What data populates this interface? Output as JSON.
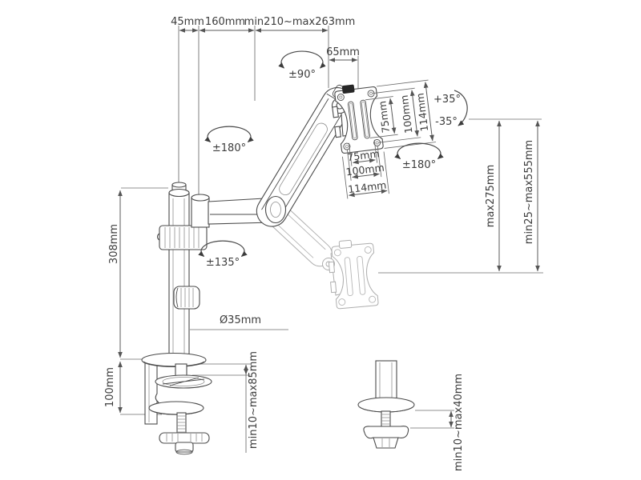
{
  "diagram": {
    "type": "monitor-arm-mount-dimension-drawing",
    "colors": {
      "background": "#ffffff",
      "line": "#4a4a4a",
      "dimension": "#5a5a5a",
      "ghost": "#aeaeae",
      "clip": "#262626"
    },
    "labels": {
      "arm_offset": "45mm",
      "front_arm_length": "160mm",
      "rear_arm_length": "min210~max263mm",
      "head_depth": "65mm",
      "pole_height": "308mm",
      "clamp_height": "100mm",
      "pole_diameter": "Ø35mm",
      "clamp_range": "min10~max85mm",
      "grommet_range": "min10~max40mm",
      "lift_range": "max275mm",
      "height_range": "min25~max555mm",
      "tilt_up": "+35°",
      "tilt_down": "-35°",
      "swivel": "±90°",
      "arm_rotation": "±180°",
      "pole_rotation": "±135°",
      "plate_rotation": "±180°",
      "vesa_slot_v": "75mm",
      "vesa_holes_v": "100mm",
      "plate_height": "114mm",
      "vesa_slot_h": "75mm",
      "vesa_holes_h": "100mm",
      "plate_width": "114mm"
    }
  }
}
